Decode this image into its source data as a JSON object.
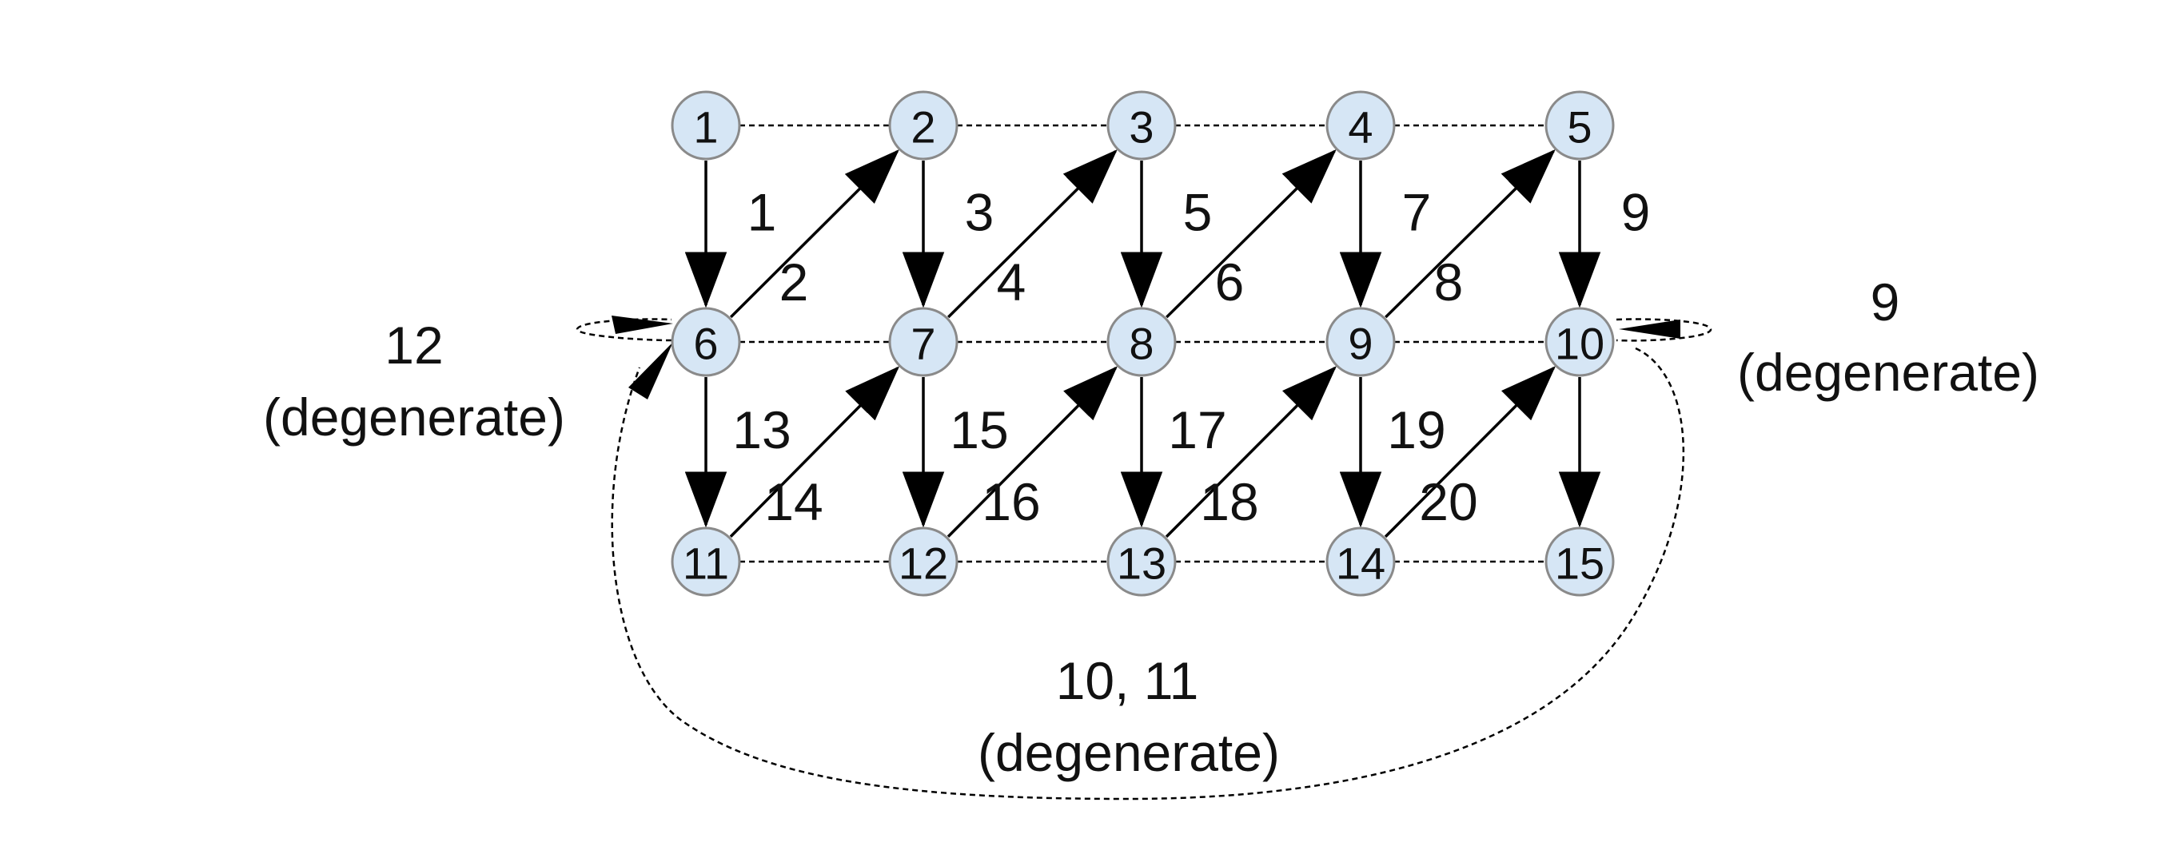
{
  "diagram": {
    "node_fill": "#d6e6f5",
    "node_stroke": "#8a8a8a",
    "nodes": [
      {
        "id": "1",
        "label": "1"
      },
      {
        "id": "2",
        "label": "2"
      },
      {
        "id": "3",
        "label": "3"
      },
      {
        "id": "4",
        "label": "4"
      },
      {
        "id": "5",
        "label": "5"
      },
      {
        "id": "6",
        "label": "6"
      },
      {
        "id": "7",
        "label": "7"
      },
      {
        "id": "8",
        "label": "8"
      },
      {
        "id": "9",
        "label": "9"
      },
      {
        "id": "10",
        "label": "10"
      },
      {
        "id": "11",
        "label": "11"
      },
      {
        "id": "12",
        "label": "12"
      },
      {
        "id": "13",
        "label": "13"
      },
      {
        "id": "14",
        "label": "14"
      },
      {
        "id": "15",
        "label": "15"
      }
    ],
    "dashed_edges": [
      {
        "from": "1",
        "to": "2"
      },
      {
        "from": "2",
        "to": "3"
      },
      {
        "from": "3",
        "to": "4"
      },
      {
        "from": "4",
        "to": "5"
      },
      {
        "from": "6",
        "to": "7"
      },
      {
        "from": "7",
        "to": "8"
      },
      {
        "from": "8",
        "to": "9"
      },
      {
        "from": "9",
        "to": "10"
      },
      {
        "from": "11",
        "to": "12"
      },
      {
        "from": "12",
        "to": "13"
      },
      {
        "from": "13",
        "to": "14"
      },
      {
        "from": "14",
        "to": "15"
      }
    ],
    "triangles": [
      {
        "label": "1",
        "from": "1",
        "to": "6"
      },
      {
        "label": "2",
        "from": "6",
        "to": "2"
      },
      {
        "label": "3",
        "from": "2",
        "to": "7"
      },
      {
        "label": "4",
        "from": "7",
        "to": "3"
      },
      {
        "label": "5",
        "from": "3",
        "to": "8"
      },
      {
        "label": "6",
        "from": "8",
        "to": "4"
      },
      {
        "label": "7",
        "from": "4",
        "to": "9"
      },
      {
        "label": "8",
        "from": "9",
        "to": "5"
      },
      {
        "label": "9",
        "from": "5",
        "to": "10"
      },
      {
        "label": "13",
        "from": "6",
        "to": "11"
      },
      {
        "label": "14",
        "from": "11",
        "to": "7"
      },
      {
        "label": "15",
        "from": "7",
        "to": "12"
      },
      {
        "label": "16",
        "from": "12",
        "to": "8"
      },
      {
        "label": "17",
        "from": "8",
        "to": "13"
      },
      {
        "label": "18",
        "from": "13",
        "to": "9"
      },
      {
        "label": "19",
        "from": "9",
        "to": "14"
      },
      {
        "label": "20",
        "from": "14",
        "to": "10"
      },
      {
        "label": "",
        "from": "10",
        "to": "15"
      }
    ],
    "degenerate": [
      {
        "id": "12",
        "label": "12",
        "note": "(degenerate)"
      },
      {
        "id": "9",
        "label": "9",
        "note": "(degenerate)"
      },
      {
        "id": "10-11",
        "label": "10, 11",
        "note": "(degenerate)"
      }
    ]
  }
}
